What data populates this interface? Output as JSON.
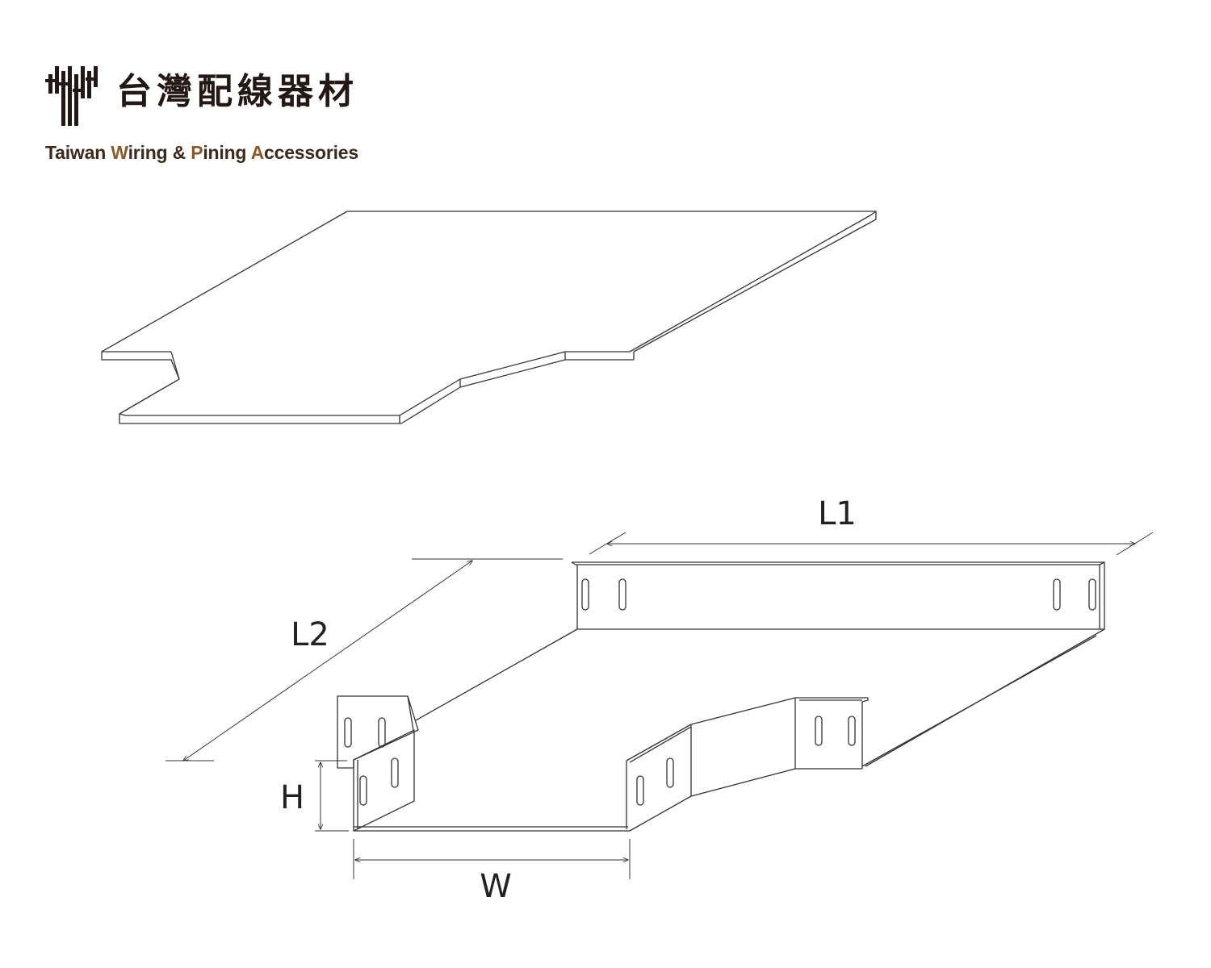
{
  "brand": {
    "name_cn": "台灣配線器材",
    "name_en_parts": [
      {
        "text": "Taiwan ",
        "accent": false
      },
      {
        "text": "W",
        "accent": true
      },
      {
        "text": "iring & ",
        "accent": false
      },
      {
        "text": "P",
        "accent": true
      },
      {
        "text": "ining ",
        "accent": false
      },
      {
        "text": "A",
        "accent": true
      },
      {
        "text": "ccessories",
        "accent": false
      }
    ],
    "text_color": "#231815",
    "accent_color": "#8a5a2b"
  },
  "dimensions": {
    "l1": "L1",
    "l2": "L2",
    "h": "H",
    "w": "W"
  },
  "line_color": "#333333"
}
